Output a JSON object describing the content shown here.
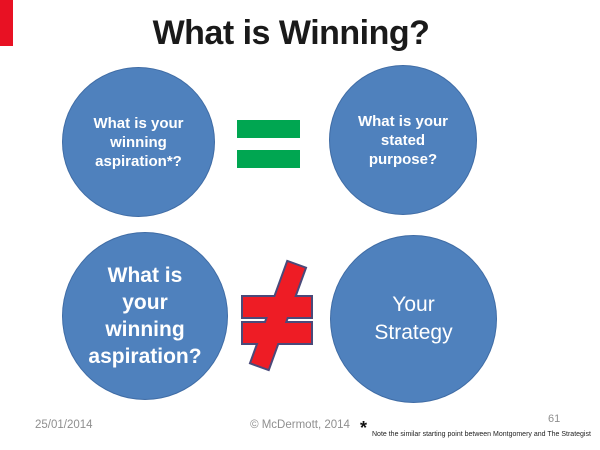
{
  "slide": {
    "title": "What is Winning?",
    "page_number": "61",
    "footer": {
      "date": "25/01/2014",
      "copyright": "© McDermott, 2014"
    },
    "footnote": {
      "marker": "*",
      "text": "Note the similar starting point between Montgomery and The Strategist"
    }
  },
  "diagram": {
    "top_left_circle": {
      "lines": [
        "What is your",
        "winning",
        "aspiration*?"
      ]
    },
    "top_right_circle": {
      "lines": [
        "What is your",
        "stated",
        "purpose?"
      ]
    },
    "bottom_left_circle": {
      "lines": [
        "What is",
        "your",
        "winning",
        "aspiration?"
      ]
    },
    "bottom_right_circle": {
      "lines": [
        "Your",
        "Strategy"
      ]
    },
    "equals_symbol": "=",
    "not_equals_symbol": "≠"
  },
  "colors": {
    "circle_fill": "#4f81bd",
    "circle_text": "#ffffff",
    "equals_green": "#00a651",
    "not_equals_red": "#ee1c25",
    "not_equals_outline": "#4a4a7a",
    "corner_tab_red": "#e81123",
    "footer_gray": "#8f8f8f",
    "title_color": "#1a1a1a"
  }
}
